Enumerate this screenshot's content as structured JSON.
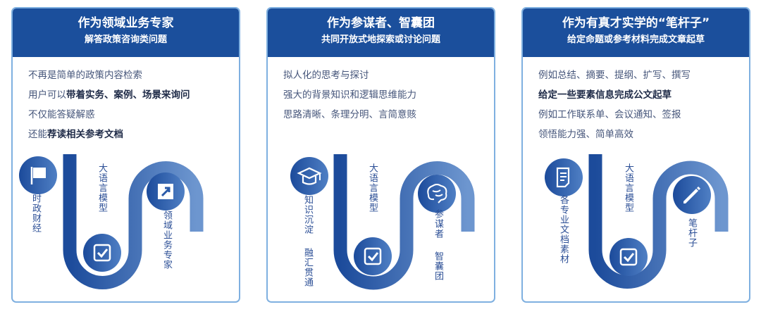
{
  "colors": {
    "header": "#1b4f9c",
    "flow_dark": "#1c4b9b",
    "flow_light": "#6d96cf",
    "border": "#7fb0e0"
  },
  "cards": [
    {
      "title": "作为领域业务专家",
      "subtitle": "解答政策咨询类问题",
      "lines": [
        [
          {
            "text": "不再是简单的政策内容检索",
            "bold": false
          }
        ],
        [
          {
            "text": "用户可以",
            "bold": false
          },
          {
            "text": "带着实务、案例、场景来询问",
            "bold": true
          }
        ],
        [
          {
            "text": "不仅能答疑解惑",
            "bold": false
          }
        ],
        [
          {
            "text": "还能",
            "bold": false
          },
          {
            "text": "荐读相关参考文档",
            "bold": true
          }
        ]
      ],
      "icons": [
        "flag-icon",
        "checkbox-icon",
        "arrow-up-right-icon"
      ],
      "labels": [
        "时政财经",
        "大语言模型",
        "领域业务专家"
      ]
    },
    {
      "title": "作为参谋者、智囊团",
      "subtitle": "共同开放式地探索或讨论问题",
      "lines": [
        [
          {
            "text": "拟人化的思考与探讨",
            "bold": false
          }
        ],
        [
          {
            "text": "强大的背景知识和逻辑思维能力",
            "bold": false
          }
        ],
        [
          {
            "text": "思路清晰、条理分明、言简意赅",
            "bold": false
          }
        ]
      ],
      "icons": [
        "graduation-cap-icon",
        "checkbox-icon",
        "brain-icon"
      ],
      "labels": [
        "知识沉淀",
        "融汇贯通",
        "大语言模型",
        "参谋者",
        "智囊团"
      ]
    },
    {
      "title": "作为有真才实学的“笔杆子”",
      "subtitle": "给定命题或参考材料完成文章起草",
      "lines": [
        [
          {
            "text": "例如总结、摘要、提纲、扩写、撰写",
            "bold": false
          }
        ],
        [
          {
            "text": "给定一些要素信息完成公文起草",
            "bold": true
          }
        ],
        [
          {
            "text": "例如工作联系单、会议通知、签报",
            "bold": false
          }
        ],
        [
          {
            "text": "领悟能力强、简单高效",
            "bold": false
          }
        ]
      ],
      "icons": [
        "document-icon",
        "checkbox-icon",
        "pencil-icon"
      ],
      "labels": [
        "各专业文档素材",
        "大语言模型",
        "笔杆子"
      ]
    }
  ]
}
